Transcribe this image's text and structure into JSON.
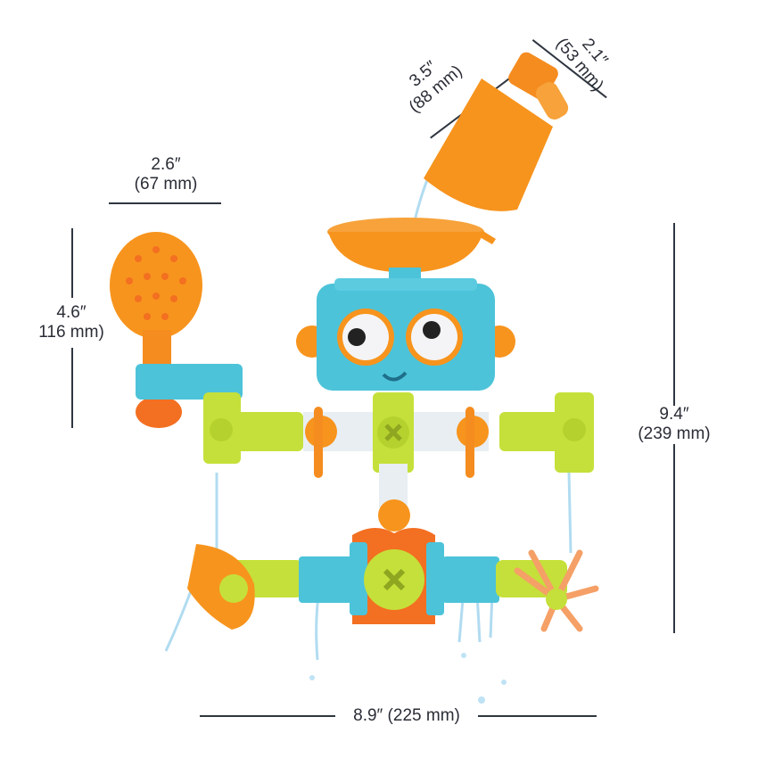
{
  "image": {
    "subject": "Robot bath toy with water pipes, dimensions diagram",
    "background": "#ffffff"
  },
  "dimensions": {
    "cup_length": {
      "inches": "3.5″",
      "mm": "(88 mm)"
    },
    "cup_width": {
      "inches": "2.1″",
      "mm": "(53 mm)"
    },
    "shower_width": {
      "inches": "2.6″",
      "mm": "(67 mm)"
    },
    "shower_height": {
      "inches": "4.6″",
      "mm": "116 mm)"
    },
    "total_height": {
      "inches": "9.4″",
      "mm": "(239 mm)"
    },
    "total_width": {
      "label": "8.9″ (225 mm)"
    }
  },
  "colors": {
    "orange": "#f7941d",
    "dark_orange": "#f36f21",
    "teal": "#4cc3d9",
    "lime": "#c5e03a",
    "white_pipe": "#e8eef2",
    "water": "#a9d8f0",
    "line": "#2f3640"
  },
  "parts": [
    "pouring-cup",
    "funnel",
    "robot-head",
    "eyes",
    "ear-knobs",
    "shower-head",
    "upper-pipe",
    "valves",
    "lower-pipe",
    "scoop",
    "water-wheel"
  ]
}
